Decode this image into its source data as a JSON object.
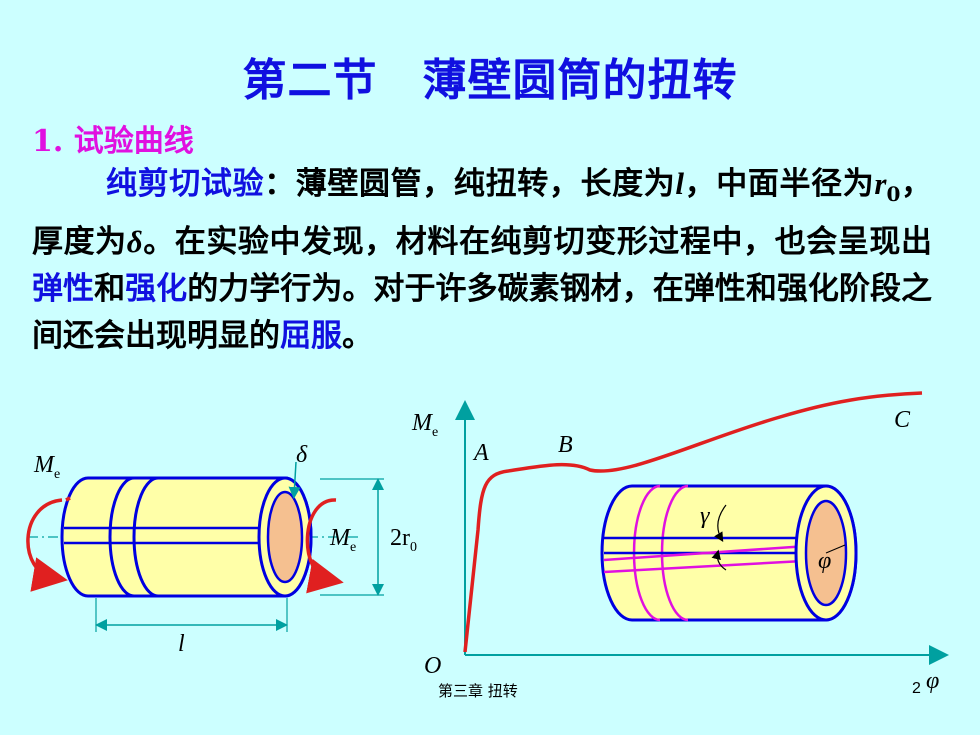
{
  "slide": {
    "title": "第二节　薄壁圆筒的扭转",
    "section_heading": "1. 试验曲线",
    "paragraph": {
      "p1": "纯剪切试验",
      "p2": "：薄壁圆管，纯扭转，长度为",
      "v_l": "l",
      "p3": "，中面半径为",
      "v_r": "r",
      "v_r_sub": "0",
      "p4": "，厚度为",
      "v_delta": "δ",
      "p5": "。在实验中发现，材料在纯剪切变形过程中，也会呈现出",
      "h_elastic": "弹性",
      "p6": "和",
      "h_harden": "强化",
      "p7": "的力学行为。对于许多碳素钢材，在弹性和强化阶段之间还会出现明显的",
      "h_yield": "屈服",
      "p8": "。"
    },
    "footer": {
      "chapter": "第三章  扭转",
      "page": "2"
    }
  },
  "left_figure": {
    "torque_label": "M",
    "torque_sub": "e",
    "thickness_label": "δ",
    "radius_label": "2r",
    "radius_sub": "0",
    "length_label": "l"
  },
  "curve_figure": {
    "y_axis_label": "M",
    "y_axis_sub": "e",
    "x_axis_label": "φ",
    "origin_label": "O",
    "point_A": "A",
    "point_B": "B",
    "point_C": "C",
    "gamma_label": "γ",
    "phi_label": "φ"
  },
  "colors": {
    "background": "#CCFFFF",
    "title": "#1010E0",
    "section": "#E010E0",
    "curve": "#E02020",
    "axis": "#00A0A0",
    "cylinder_fill": "#FFFFA8",
    "cylinder_stroke": "#0000E0",
    "end_face": "#F5C090"
  }
}
